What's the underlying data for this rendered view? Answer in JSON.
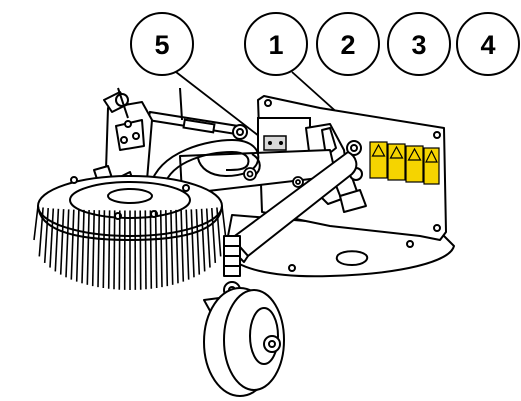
{
  "callouts": [
    {
      "id": "5",
      "label": "5"
    },
    {
      "id": "1",
      "label": "1"
    },
    {
      "id": "2",
      "label": "2"
    },
    {
      "id": "3",
      "label": "3"
    },
    {
      "id": "4",
      "label": "4"
    }
  ],
  "colors": {
    "line": "#000000",
    "fill": "#ffffff",
    "warning_decal": "#f5d400",
    "label_plate": "#d8d8d8"
  },
  "icons": [
    "warning-triangle-icon"
  ]
}
